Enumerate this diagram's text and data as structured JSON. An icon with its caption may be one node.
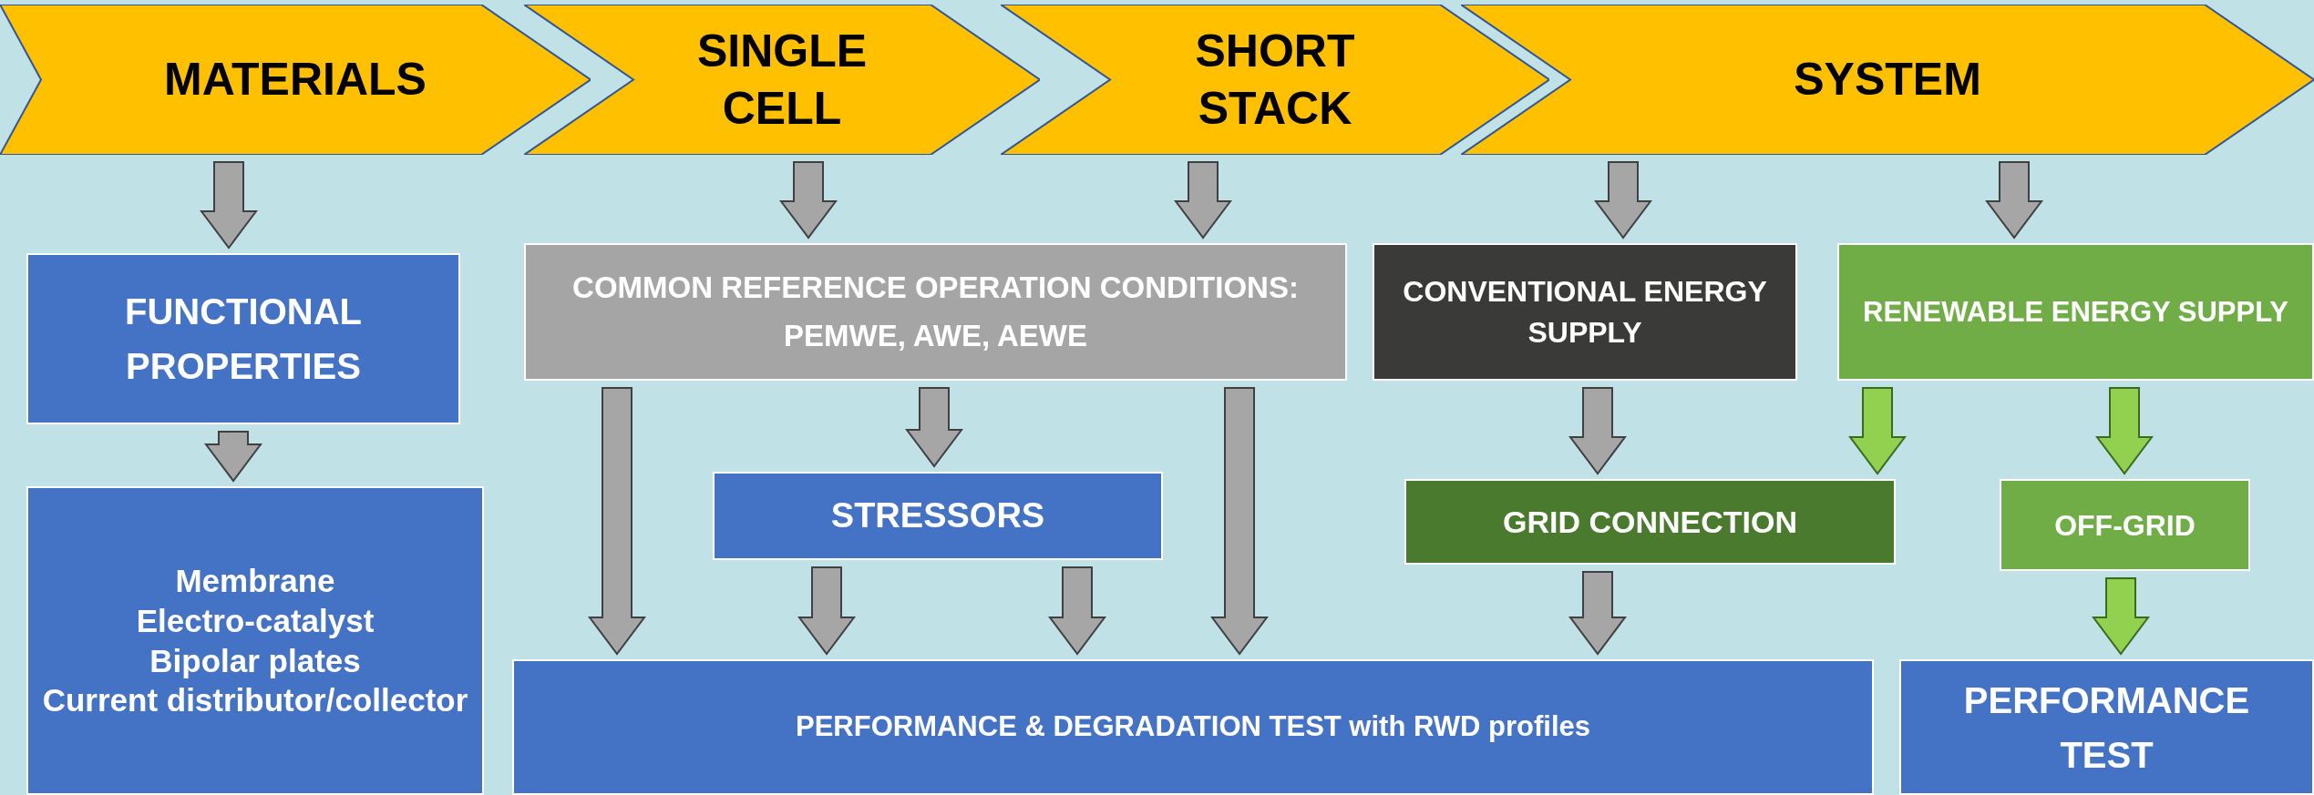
{
  "diagram": {
    "nodes": [
      {
        "text": [
          "MATERIALS"
        ]
      },
      {
        "text": [
          "SINGLE CELL"
        ]
      },
      {
        "text": [
          "SHORT STACK"
        ]
      },
      {
        "text": [
          "SYSTEM"
        ]
      },
      {
        "text": [
          "FUNCTIONAL PROPERTIES"
        ]
      },
      {
        "text": [
          "COMMON REFERENCE OPERATION CONDITIONS: PEMWE, AWE, AEWE"
        ]
      },
      {
        "text": [
          "CONVENTIONAL ENERGY SUPPLY"
        ]
      },
      {
        "text": [
          "RENEWABLE ENERGY SUPPLY"
        ]
      },
      {
        "text": [
          "Membrane",
          "Electro-catalyst",
          "Bipolar plates",
          "Current distributor/collector"
        ]
      },
      {
        "text": [
          "STRESSORS"
        ]
      },
      {
        "text": [
          "GRID CONNECTION"
        ]
      },
      {
        "text": [
          "OFF-GRID"
        ]
      },
      {
        "text": [
          "PERFORMANCE & DEGRADATION TEST with RWD profiles"
        ]
      },
      {
        "text": [
          "PERFORMANCE TEST"
        ]
      }
    ],
    "edges": [
      {
        "from": 0,
        "to": 4,
        "arrow": "to"
      },
      {
        "from": 1,
        "to": 5,
        "arrow": "to"
      },
      {
        "from": 2,
        "to": 5,
        "arrow": "to"
      },
      {
        "from": 3,
        "to": 6,
        "arrow": "to"
      },
      {
        "from": 3,
        "to": 7,
        "arrow": "to"
      },
      {
        "from": 4,
        "to": 8,
        "arrow": "to"
      },
      {
        "from": 5,
        "to": 9,
        "arrow": "to"
      },
      {
        "from": 5,
        "to": 12,
        "arrow": "to"
      },
      {
        "from": 5,
        "to": 12,
        "arrow": "to"
      },
      {
        "from": 9,
        "to": 12,
        "arrow": "to"
      },
      {
        "from": 9,
        "to": 12,
        "arrow": "to"
      },
      {
        "from": 6,
        "to": 10,
        "arrow": "to"
      },
      {
        "from": 7,
        "to": 10,
        "arrow": "to",
        "color": "#92d050"
      },
      {
        "from": 7,
        "to": 11,
        "arrow": "to",
        "color": "#92d050"
      },
      {
        "from": 10,
        "to": 12,
        "arrow": "to"
      },
      {
        "from": 11,
        "to": 13,
        "arrow": "to",
        "color": "#92d050"
      }
    ]
  }
}
